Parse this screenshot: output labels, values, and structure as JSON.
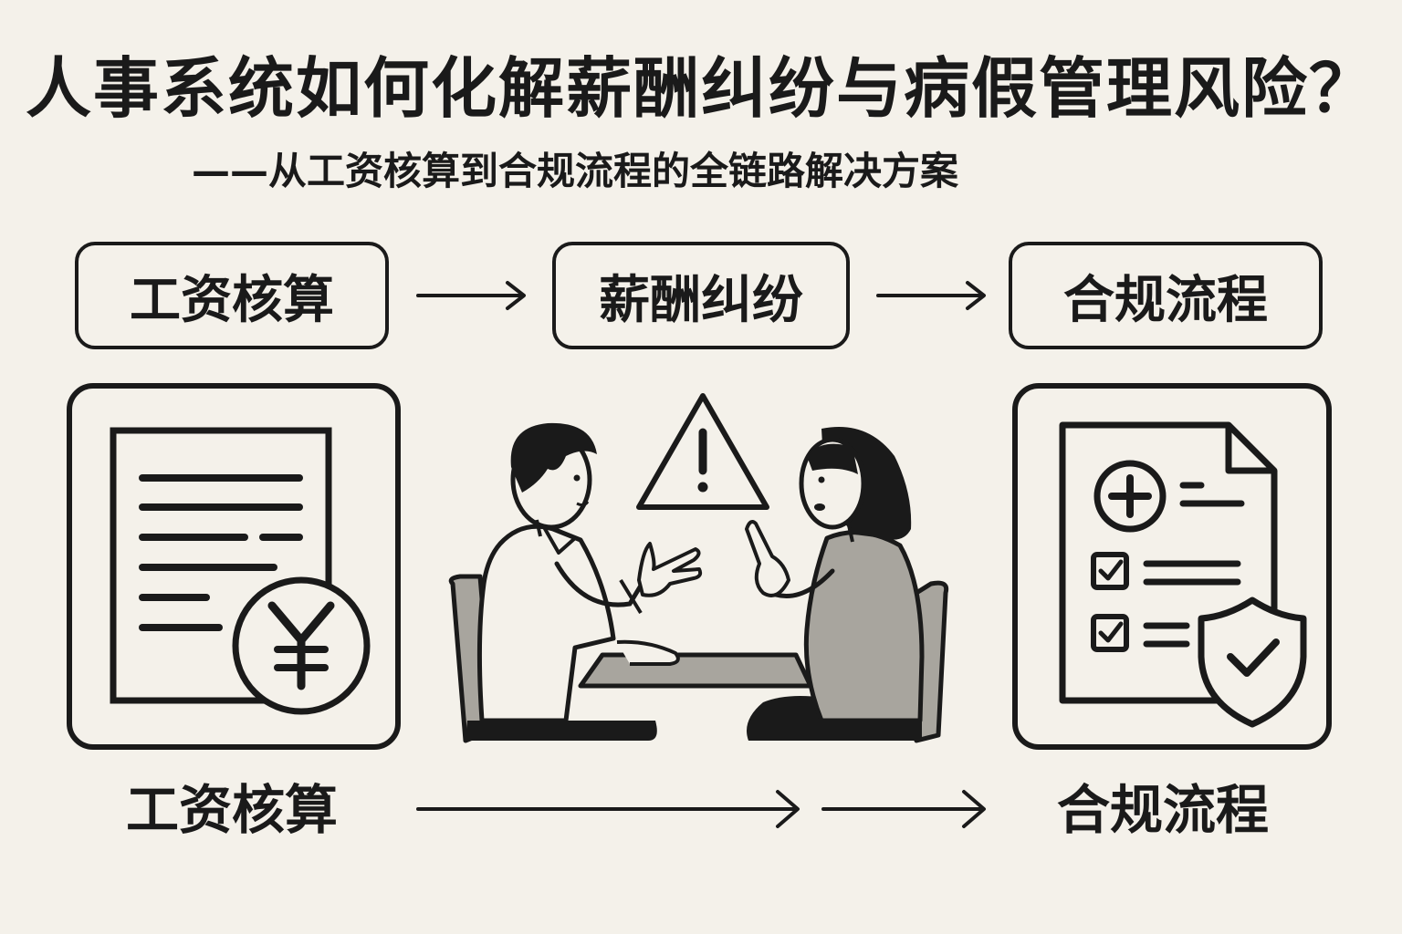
{
  "title": "人事系统如何化解薪酬纠纷与病假管理风险？",
  "subtitle": "——从工资核算到合规流程的全链路解决方案",
  "flow": {
    "step1": "工资核算",
    "step2": "薪酬纠纷",
    "step3": "合规流程"
  },
  "bottom": {
    "left": "工资核算",
    "right": "合规流程"
  },
  "colors": {
    "background": "#f4f1ea",
    "ink": "#1a1a1a",
    "gray_fill": "#a8a59e",
    "light_gray": "#cfccc5"
  },
  "icons": [
    "salary-document-icon",
    "yen-coin-icon",
    "warning-icon",
    "dispute-meeting-illustration",
    "compliance-document-icon",
    "medical-plus-icon",
    "checkbox-icon",
    "shield-check-icon"
  ]
}
